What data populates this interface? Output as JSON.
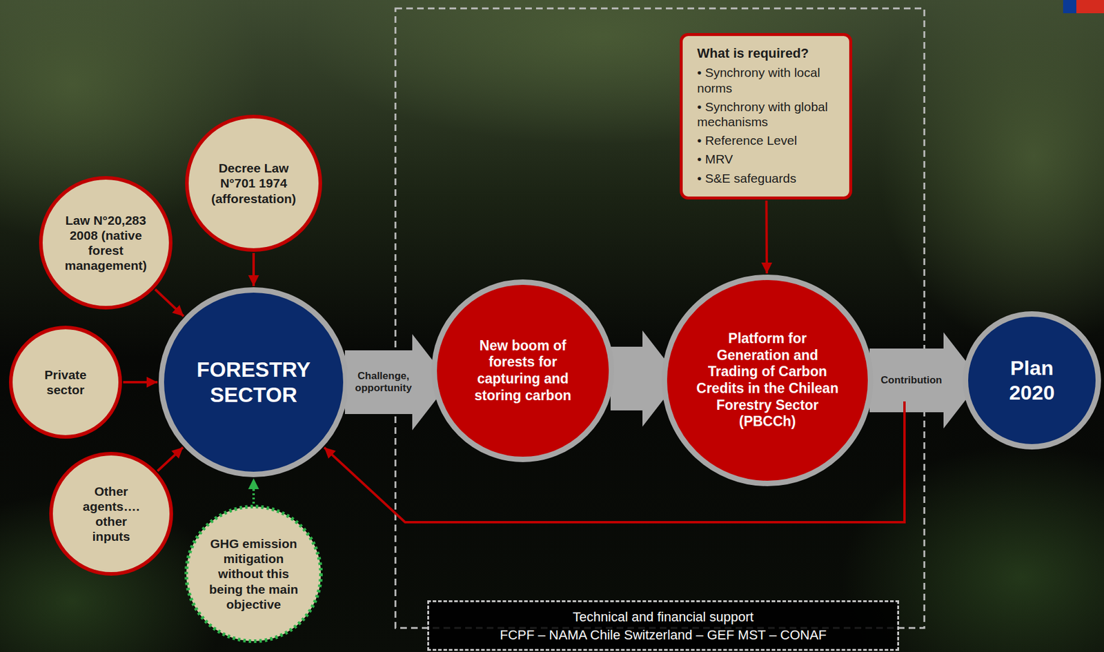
{
  "diagram": {
    "nodes": [
      {
        "text": [
          "Law N°20,283 2008 (native forest management)"
        ]
      },
      {
        "text": [
          "Decree Law N°701 1974 (afforestation)"
        ]
      },
      {
        "text": [
          "Private sector"
        ]
      },
      {
        "text": [
          "FORESTRY SECTOR"
        ]
      },
      {
        "text": [
          "Other agents…. other inputs"
        ]
      },
      {
        "text": [
          "GHG emission mitigation without this being the main objective"
        ]
      },
      {
        "text": [
          "What is required?",
          "• Synchrony with local norms",
          "• Synchrony with global mechanisms",
          "• Reference Level",
          "• MRV",
          "• S&E safeguards"
        ]
      },
      {
        "text": [
          "New boom of forests for capturing and storing carbon"
        ]
      },
      {
        "text": [
          "Platform for Generation and Trading of Carbon Credits in the Chilean Forestry Sector (PBCCh)"
        ]
      },
      {
        "text": [
          "Plan 2020"
        ]
      },
      {
        "text": [
          "Technical and financial support",
          "FCPF – NAMA Chile Switzerland – GEF MST – CONAF"
        ]
      }
    ],
    "edges": [
      {
        "from": 3,
        "to": 7,
        "arrow": "to",
        "label": "Challenge, opportunity"
      },
      {
        "from": 7,
        "to": 8,
        "arrow": "to"
      },
      {
        "from": 8,
        "to": 9,
        "arrow": "to",
        "label": "Contribution"
      },
      {
        "from": 0,
        "to": 3,
        "arrow": "to"
      },
      {
        "from": 1,
        "to": 3,
        "arrow": "to"
      },
      {
        "from": 2,
        "to": 3,
        "arrow": "to"
      },
      {
        "from": 4,
        "to": 3,
        "arrow": "to"
      },
      {
        "from": 5,
        "to": 3,
        "arrow": "to"
      },
      {
        "from": 6,
        "to": 8,
        "arrow": "to"
      },
      {
        "from": 8,
        "to": 3,
        "arrow": "to"
      }
    ]
  }
}
